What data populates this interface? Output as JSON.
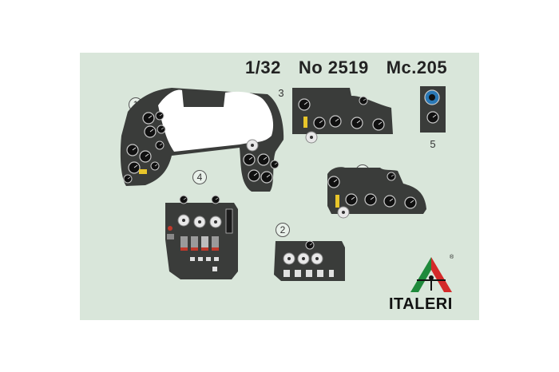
{
  "header": {
    "scale": "1/32",
    "kit_number": "No 2519",
    "model": "Mc.205"
  },
  "decals": [
    {
      "number": "1"
    },
    {
      "number": "3"
    },
    {
      "number": "3"
    },
    {
      "number": "5"
    },
    {
      "number": "4"
    },
    {
      "number": "6"
    },
    {
      "number": "2"
    }
  ],
  "brand": {
    "name": "ITALERI",
    "registered": "®"
  },
  "colors": {
    "sheet": "#d9e6da",
    "panel": "#3a3c3a",
    "instrument_face": "#111111",
    "instrument_rim": "#bfbfbf",
    "warning_yellow": "#e8c52a",
    "placard_red": "#c0392b",
    "logo_green": "#1f8a3b",
    "logo_red": "#d42a2a"
  }
}
